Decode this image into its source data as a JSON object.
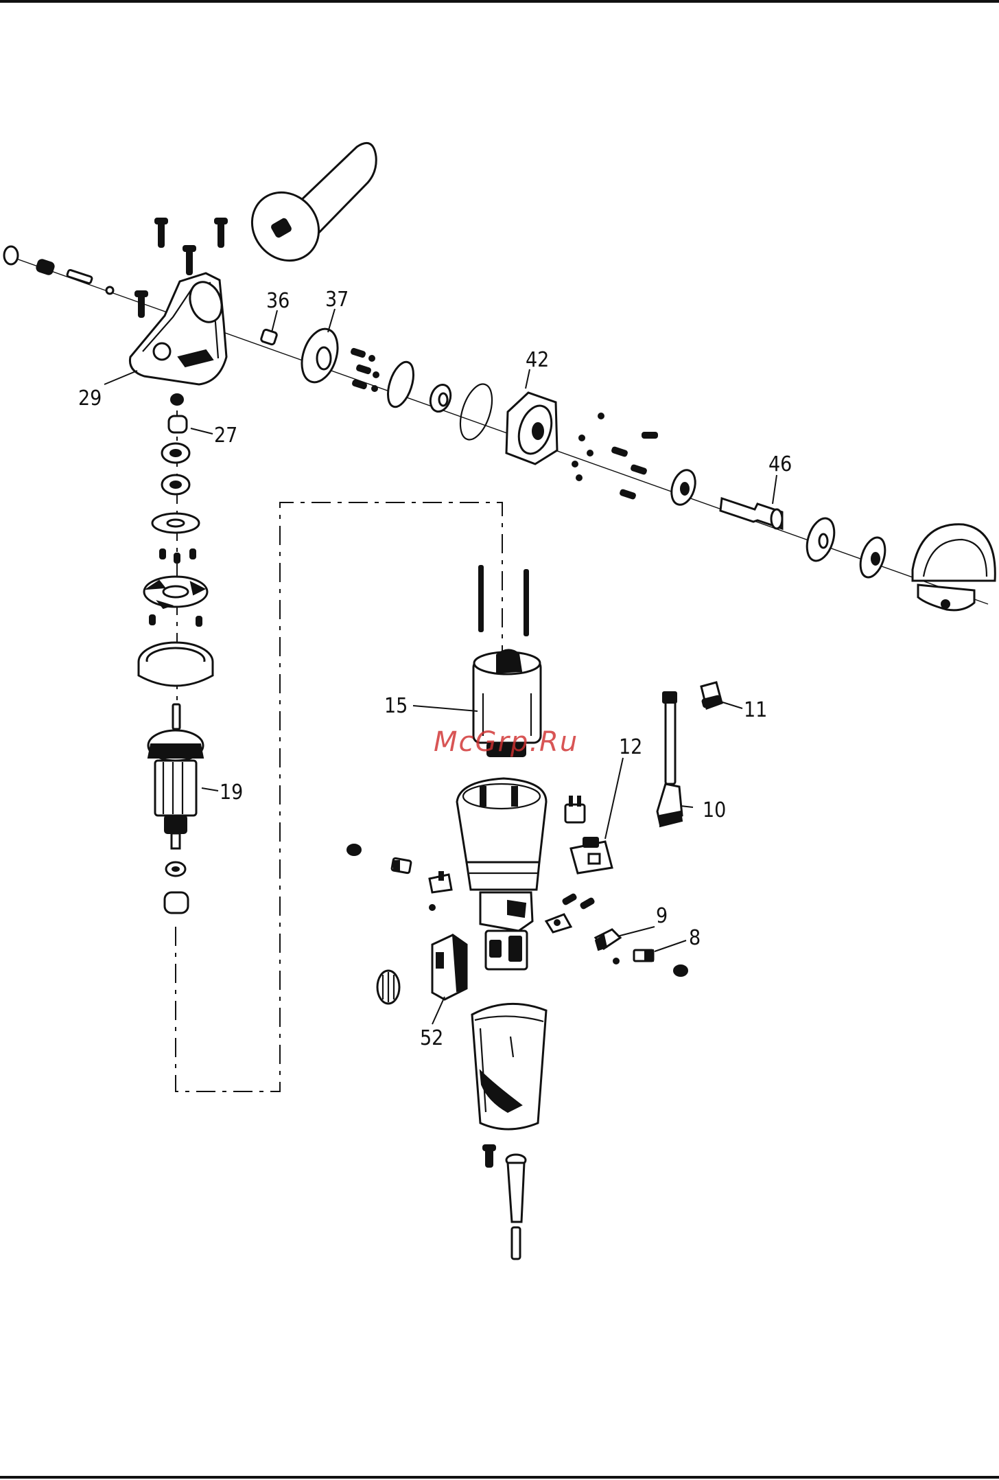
{
  "watermark": "McGrp.Ru",
  "callouts": [
    {
      "id": "c36",
      "text": "36"
    },
    {
      "id": "c37",
      "text": "37"
    },
    {
      "id": "c42",
      "text": "42"
    },
    {
      "id": "c46",
      "text": "46"
    },
    {
      "id": "c29",
      "text": "29"
    },
    {
      "id": "c27",
      "text": "27"
    },
    {
      "id": "c19",
      "text": "19"
    },
    {
      "id": "c15",
      "text": "15"
    },
    {
      "id": "c11",
      "text": "11"
    },
    {
      "id": "c12",
      "text": "12"
    },
    {
      "id": "c10",
      "text": "10"
    },
    {
      "id": "c9",
      "text": "9"
    },
    {
      "id": "c8",
      "text": "8"
    },
    {
      "id": "c52",
      "text": "52"
    }
  ]
}
